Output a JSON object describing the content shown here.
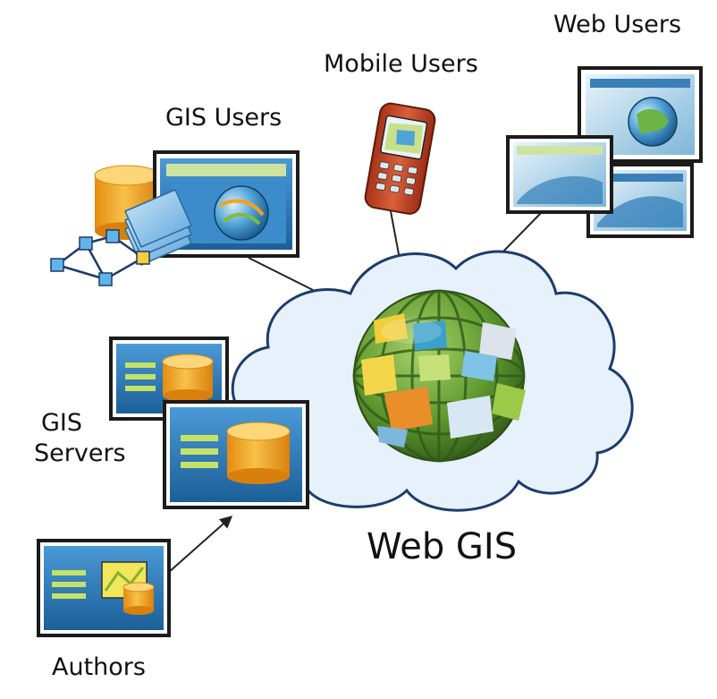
{
  "labels": {
    "web_users": "Web Users",
    "mobile_users": "Mobile Users",
    "gis_users": "GIS Users",
    "gis_servers_line1": "GIS",
    "gis_servers_line2": "Servers",
    "authors": "Authors",
    "web_gis": "Web GIS"
  },
  "colors": {
    "cloud_fill": "#e7f1fb",
    "cloud_stroke": "#1c3c6c",
    "window_frame": "#1b1b1b",
    "window_blue": "#2a79b6",
    "title_bar_green": "#cfe3a0",
    "database_orange": "#f2a81e",
    "menu_lines_green": "#c6e266",
    "phone_red": "#c8472a",
    "globe_green": "#6aa03a",
    "globe_yellow": "#f4cf3a"
  },
  "icons": [
    "globe-icon",
    "mobile-phone-icon",
    "database-icon",
    "network-nodes-icon",
    "map-window-icon",
    "arrow-icon"
  ]
}
